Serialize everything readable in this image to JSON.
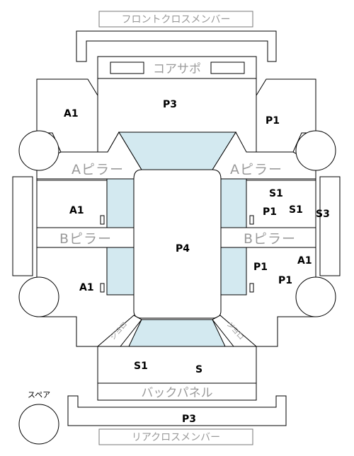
{
  "labels": {
    "front_cross_member": "フロントクロスメンバー",
    "core_support": "コアサポ",
    "a_pillar": "Aピラー",
    "b_pillar": "Bピラー",
    "back_panel": "バックパネル",
    "rear_cross_member": "リアクロスメンバー",
    "spare": "スペア",
    "diagonal": "ジヨロ"
  },
  "grades": {
    "front_left": "A1",
    "front_center": "P3",
    "front_right": "P1",
    "left_front_door": "A1",
    "left_rear_door": "A1",
    "roof": "P4",
    "right_front_door_top": "S1",
    "right_front_door_mid": "P1",
    "right_front_door_side": "S1",
    "right_side_sill": "S3",
    "right_rear_door_left": "P1",
    "right_rear_door_right": "A1",
    "right_rear_door_low": "P1",
    "trunk_left": "S1",
    "trunk_right": "S",
    "rear_member": "P3"
  },
  "colors": {
    "glass": "#d3e9f0",
    "line": "#000000",
    "muted_text": "#9a9a9a"
  }
}
